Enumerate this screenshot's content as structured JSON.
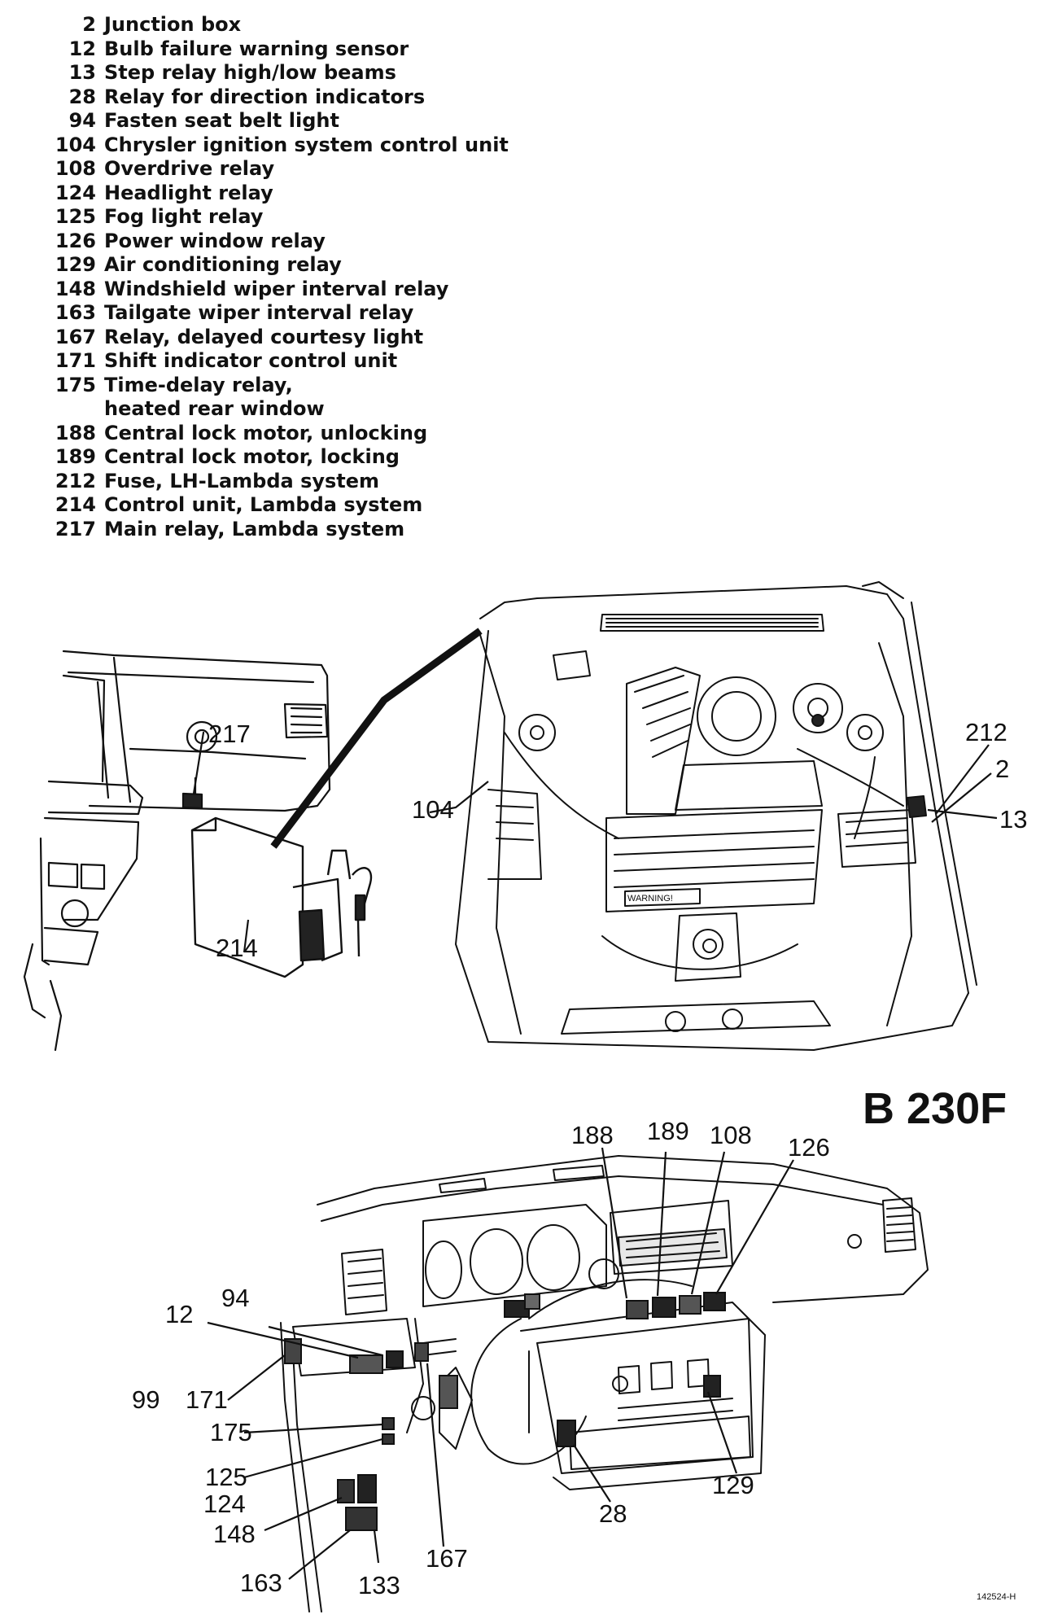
{
  "legend": [
    {
      "num": "2",
      "text": "Junction box"
    },
    {
      "num": "12",
      "text": "Bulb failure warning sensor"
    },
    {
      "num": "13",
      "text": "Step relay high/low beams"
    },
    {
      "num": "28",
      "text": "Relay for direction indicators"
    },
    {
      "num": "94",
      "text": "Fasten seat belt light"
    },
    {
      "num": "104",
      "text": "Chrysler ignition system control unit"
    },
    {
      "num": "108",
      "text": "Overdrive relay"
    },
    {
      "num": "124",
      "text": "Headlight relay"
    },
    {
      "num": "125",
      "text": "Fog light relay"
    },
    {
      "num": "126",
      "text": "Power window relay"
    },
    {
      "num": "129",
      "text": "Air conditioning relay"
    },
    {
      "num": "148",
      "text": "Windshield wiper interval relay"
    },
    {
      "num": "163",
      "text": "Tailgate wiper interval relay"
    },
    {
      "num": "167",
      "text": "Relay, delayed courtesy light"
    },
    {
      "num": "171",
      "text": "Shift indicator control unit"
    },
    {
      "num": "175",
      "text": "Time-delay relay,"
    },
    {
      "num": "",
      "text": "heated rear window"
    },
    {
      "num": "188",
      "text": "Central lock motor, unlocking"
    },
    {
      "num": "189",
      "text": "Central lock motor, locking"
    },
    {
      "num": "212",
      "text": "Fuse, LH-Lambda system"
    },
    {
      "num": "214",
      "text": "Control unit, Lambda system"
    },
    {
      "num": "217",
      "text": "Main relay, Lambda system"
    }
  ],
  "callouts": {
    "c217": "217",
    "c214": "214",
    "c104": "104",
    "c212": "212",
    "c2": "2",
    "c13": "13",
    "c188": "188",
    "c189": "189",
    "c108": "108",
    "c126": "126",
    "c94": "94",
    "c12": "12",
    "c99": "99",
    "c171": "171",
    "c175": "175",
    "c125": "125",
    "c124": "124",
    "c148": "148",
    "c163": "163",
    "c133": "133",
    "c167": "167",
    "c28": "28",
    "c129": "129"
  },
  "model_label": "B 230F",
  "figure_code": "142524-H",
  "warning_label": "WARNING!"
}
